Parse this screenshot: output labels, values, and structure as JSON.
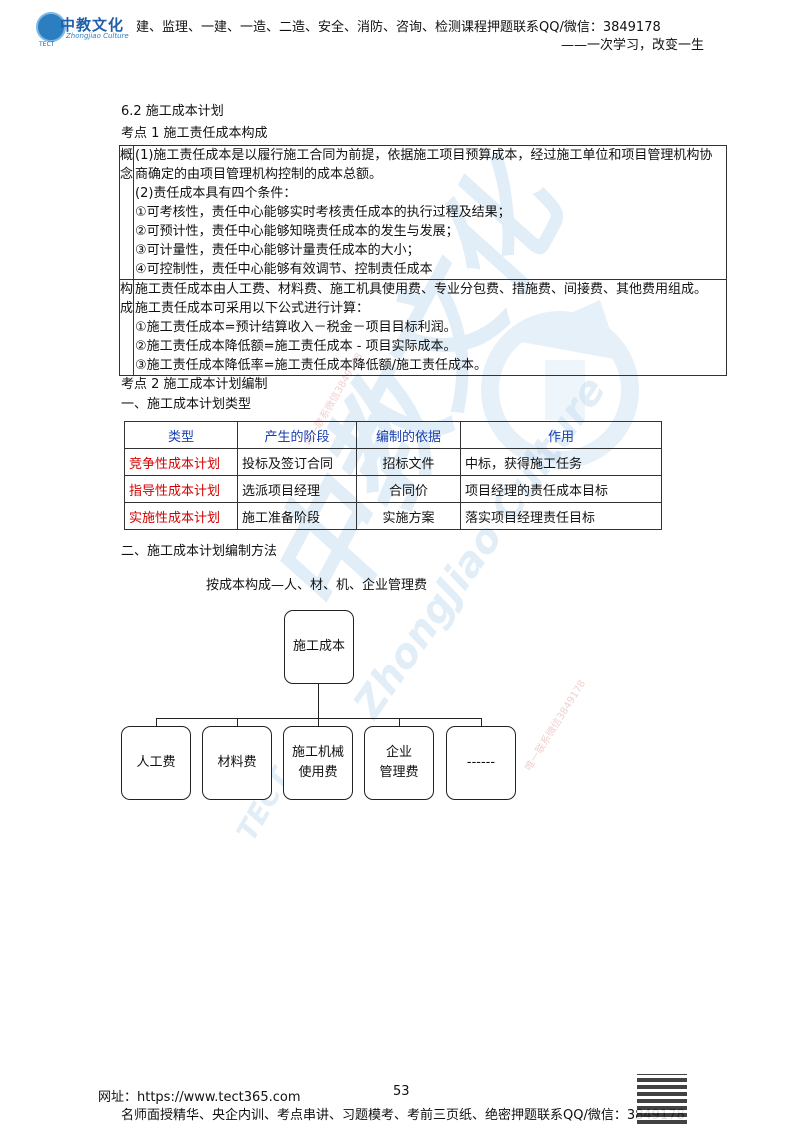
{
  "header": {
    "logo_text": "中教文化",
    "logo_sub": "Zhongjiao Culture",
    "logo_tect": "TECT",
    "line1": "建、监理、一建、一造、二造、安全、消防、咨询、检测课程押题联系QQ/微信：3849178",
    "line2": "——一次学习，改变一生"
  },
  "section": {
    "title": "6.2  施工成本计划",
    "point1": "考点 1  施工责任成本构成",
    "point2": "考点 2  施工成本计划编制",
    "sub1": "一、施工成本计划类型",
    "sub2": "二、施工成本计划编制方法"
  },
  "table1": {
    "row1_key_a": "概",
    "row1_key_b": "念",
    "row1_lines": [
      "(1)施工责任成本是以履行施工合同为前提，依据施工项目预算成本，经过施工单位和项目管理机构协",
      "商确定的由项目管理机构控制的成本总额。",
      "(2)责任成本具有四个条件：",
      "①可考核性，责任中心能够实时考核责任成本的执行过程及结果；",
      "②可预计性，责任中心能够知晓责任成本的发生与发展；",
      "③可计量性，责任中心能够计量责任成本的大小；",
      "④可控制性，责任中心能够有效调节、控制责任成本"
    ],
    "row2_key_a": "构",
    "row2_key_b": "成",
    "row2_lines": [
      "施工责任成本由人工费、材料费、施工机具使用费、专业分包费、措施费、间接费、其他费用组成。",
      "施工责任成本可采用以下公式进行计算：",
      "①施工责任成本=预计结算收入－税金－项目目标利润。",
      "②施工责任成本降低额=施工责任成本 - 项目实际成本。",
      "③施工责任成本降低率=施工责任成本降低额/施工责任成本。"
    ]
  },
  "table2": {
    "headers": [
      "类型",
      "产生的阶段",
      "编制的依据",
      "作用"
    ],
    "rows": [
      [
        "竞争性成本计划",
        "投标及签订合同",
        "招标文件",
        " 中标，获得施工任务"
      ],
      [
        "指导性成本计划",
        "选派项目经理",
        "合同价",
        "项目经理的责任成本目标"
      ],
      [
        "实施性成本计划",
        "施工准备阶段",
        "实施方案",
        "落实项目经理责任目标"
      ]
    ]
  },
  "diagram": {
    "caption": "按成本构成—人、材、机、企业管理费",
    "root": "施工成本",
    "children": [
      "人工费",
      "材料费",
      "施工机械\n使用费",
      "企业\n管理费",
      "------"
    ]
  },
  "watermark": {
    "big": "中教文化",
    "script": "ZhongJiao Culture",
    "side": "TECT",
    "tag1": "唯一联系微信3849178",
    "tag2": "唯一联系微信3849178"
  },
  "footer": {
    "url": "网址：https://www.tect365.com",
    "page": "53",
    "line2": "名师面授精华、央企内训、考点串讲、习题模考、考前三页纸、绝密押题联系QQ/微信：3849178"
  }
}
